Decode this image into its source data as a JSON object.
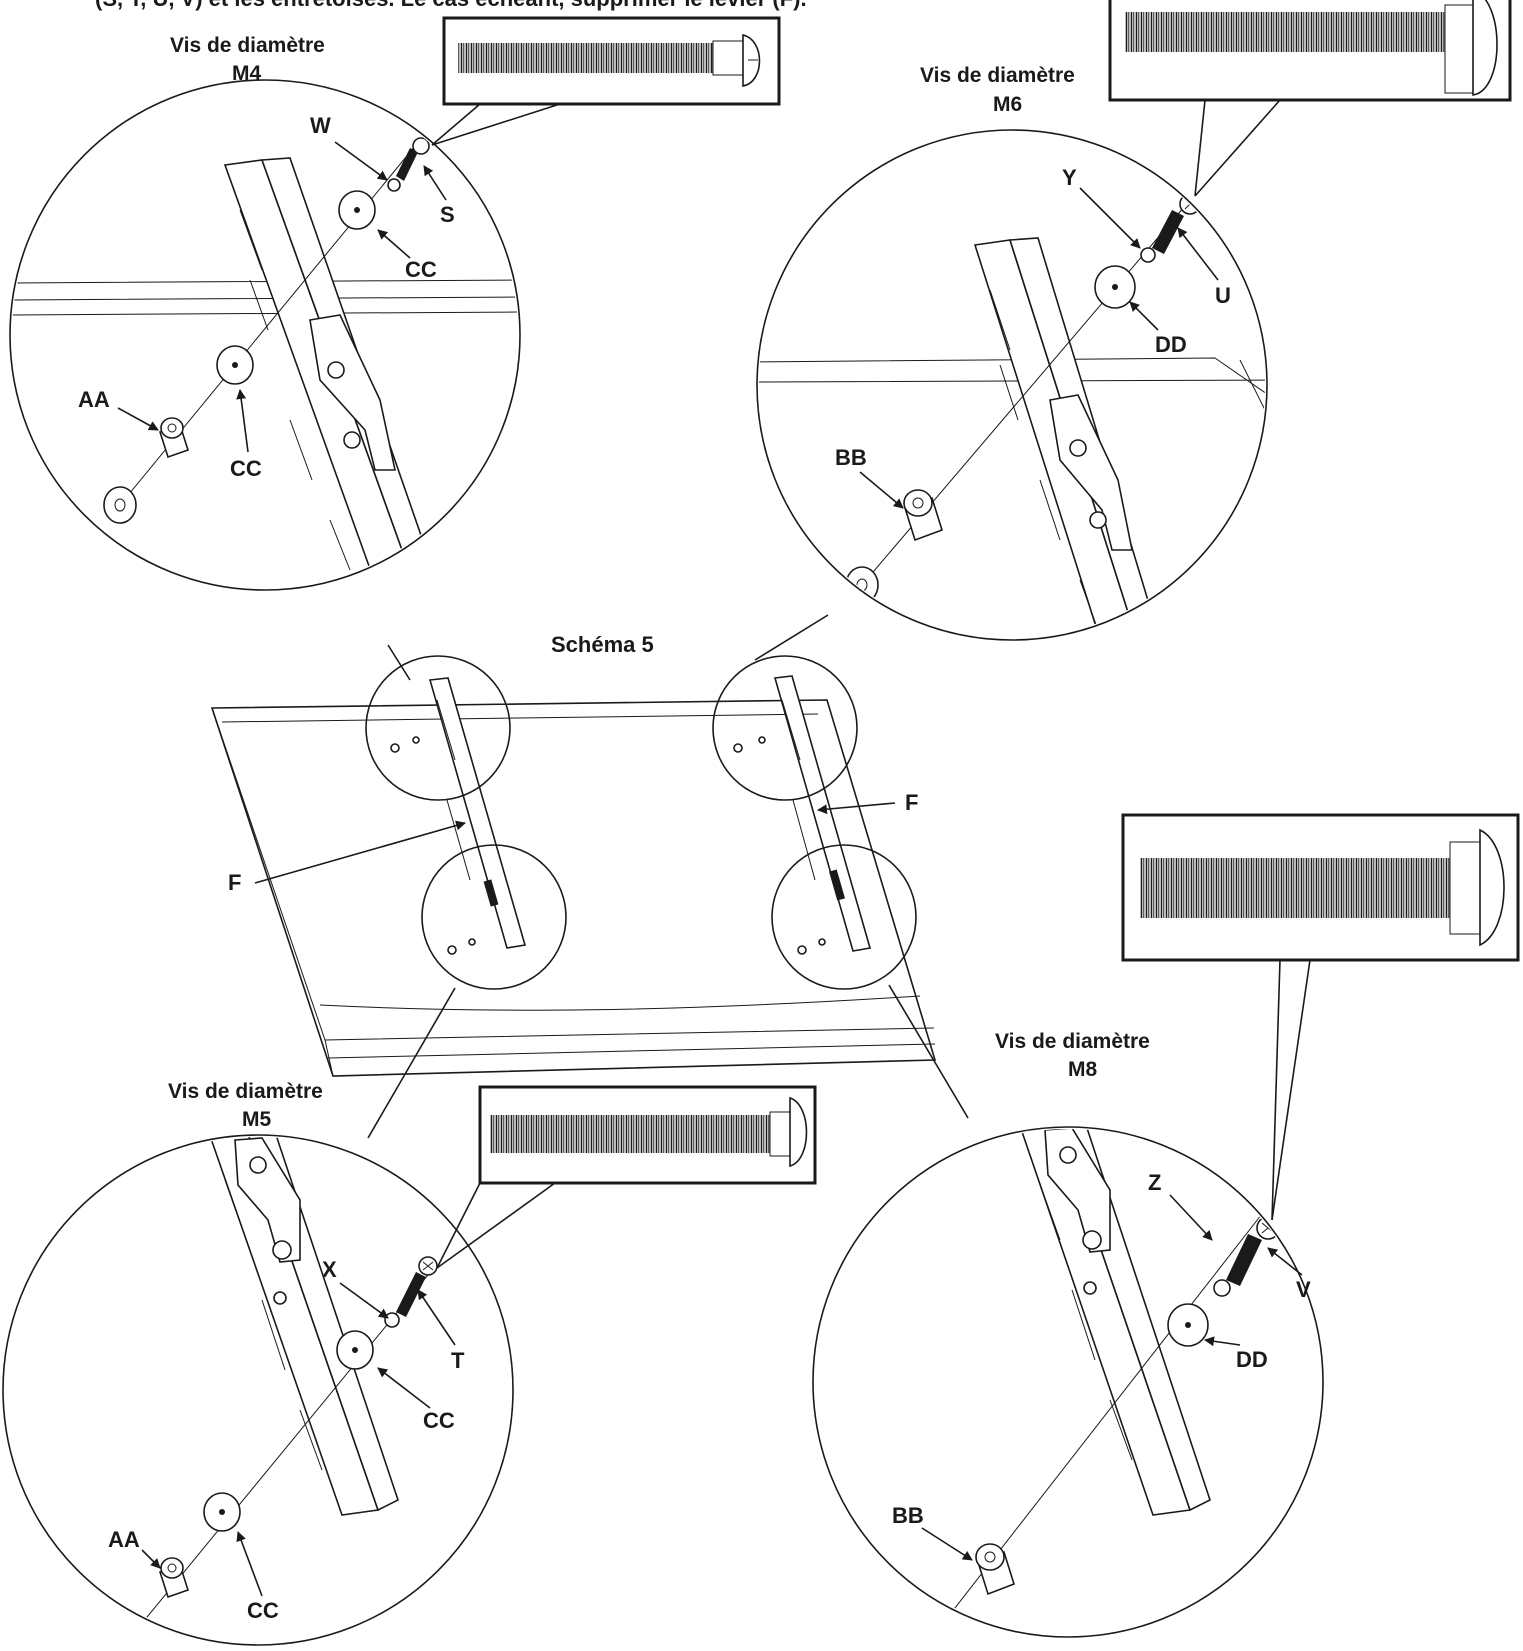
{
  "header_fragment": "(S, T, U, V) et les entretoises. Le cas échéant, supprimer le levier (F).",
  "figure_title": "Schéma 5",
  "callouts": {
    "m4": {
      "title_line1": "Vis de diamètre",
      "title_line2": "M4",
      "screw": "S",
      "lock_washer": "W",
      "washer_top": "CC",
      "washer_mid": "CC",
      "spacer": "AA"
    },
    "m6": {
      "title_line1": "Vis de diamètre",
      "title_line2": "M6",
      "screw": "U",
      "lock_washer": "Y",
      "washer": "DD",
      "spacer": "BB"
    },
    "m5": {
      "title_line1": "Vis de diamètre",
      "title_line2": "M5",
      "screw": "T",
      "lock_washer": "X",
      "washer_top": "CC",
      "washer_mid": "CC",
      "spacer": "AA"
    },
    "m8": {
      "title_line1": "Vis de diamètre",
      "title_line2": "M8",
      "screw": "V",
      "lock_washer": "Z",
      "washer": "DD",
      "spacer": "BB"
    }
  },
  "center": {
    "lever_left": "F",
    "lever_right": "F"
  }
}
